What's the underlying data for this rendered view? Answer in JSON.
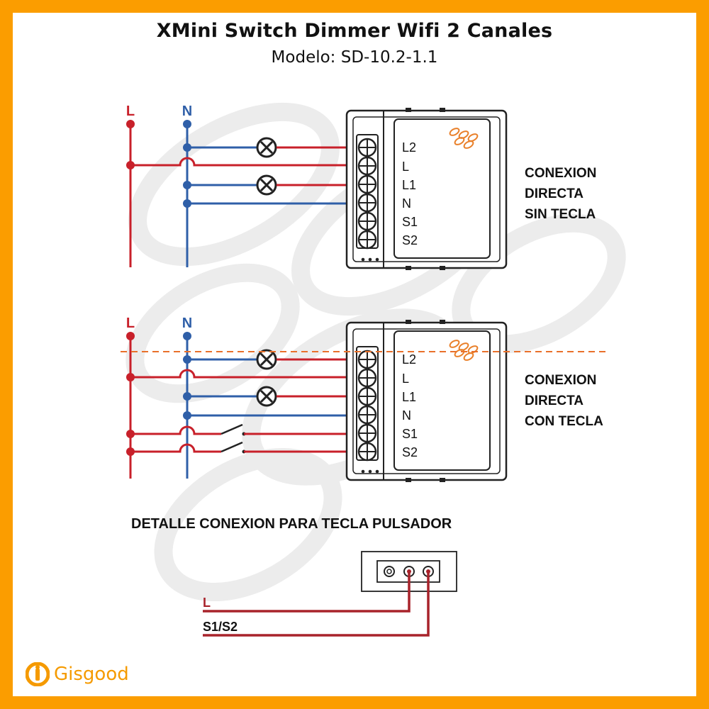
{
  "header": {
    "title": "XMini Switch Dimmer Wifi 2 Canales",
    "subtitle": "Modelo: SD-10.2-1.1"
  },
  "wires": {
    "line_label": "L",
    "neutral_label": "N"
  },
  "module": {
    "terminals": [
      "L2",
      "L",
      "L1",
      "N",
      "S1",
      "S2"
    ]
  },
  "diagram1": {
    "caption": [
      "CONEXION",
      "DIRECTA",
      "SIN TECLA"
    ]
  },
  "diagram2": {
    "caption": [
      "CONEXION",
      "DIRECTA",
      "CON TECLA"
    ]
  },
  "detail": {
    "heading": "DETALLE CONEXION PARA TECLA PULSADOR",
    "wire_l_label": "L",
    "wire_s_label": "S1/S2"
  },
  "brand": {
    "name": "Gisgood"
  },
  "colors": {
    "frame": "#fb9d00",
    "line_red": "#c8202a",
    "neutral_blue": "#2f5fa8",
    "detail_wire": "#a8232b",
    "cut_line": "#e9702a",
    "brand": "#f59a00"
  }
}
